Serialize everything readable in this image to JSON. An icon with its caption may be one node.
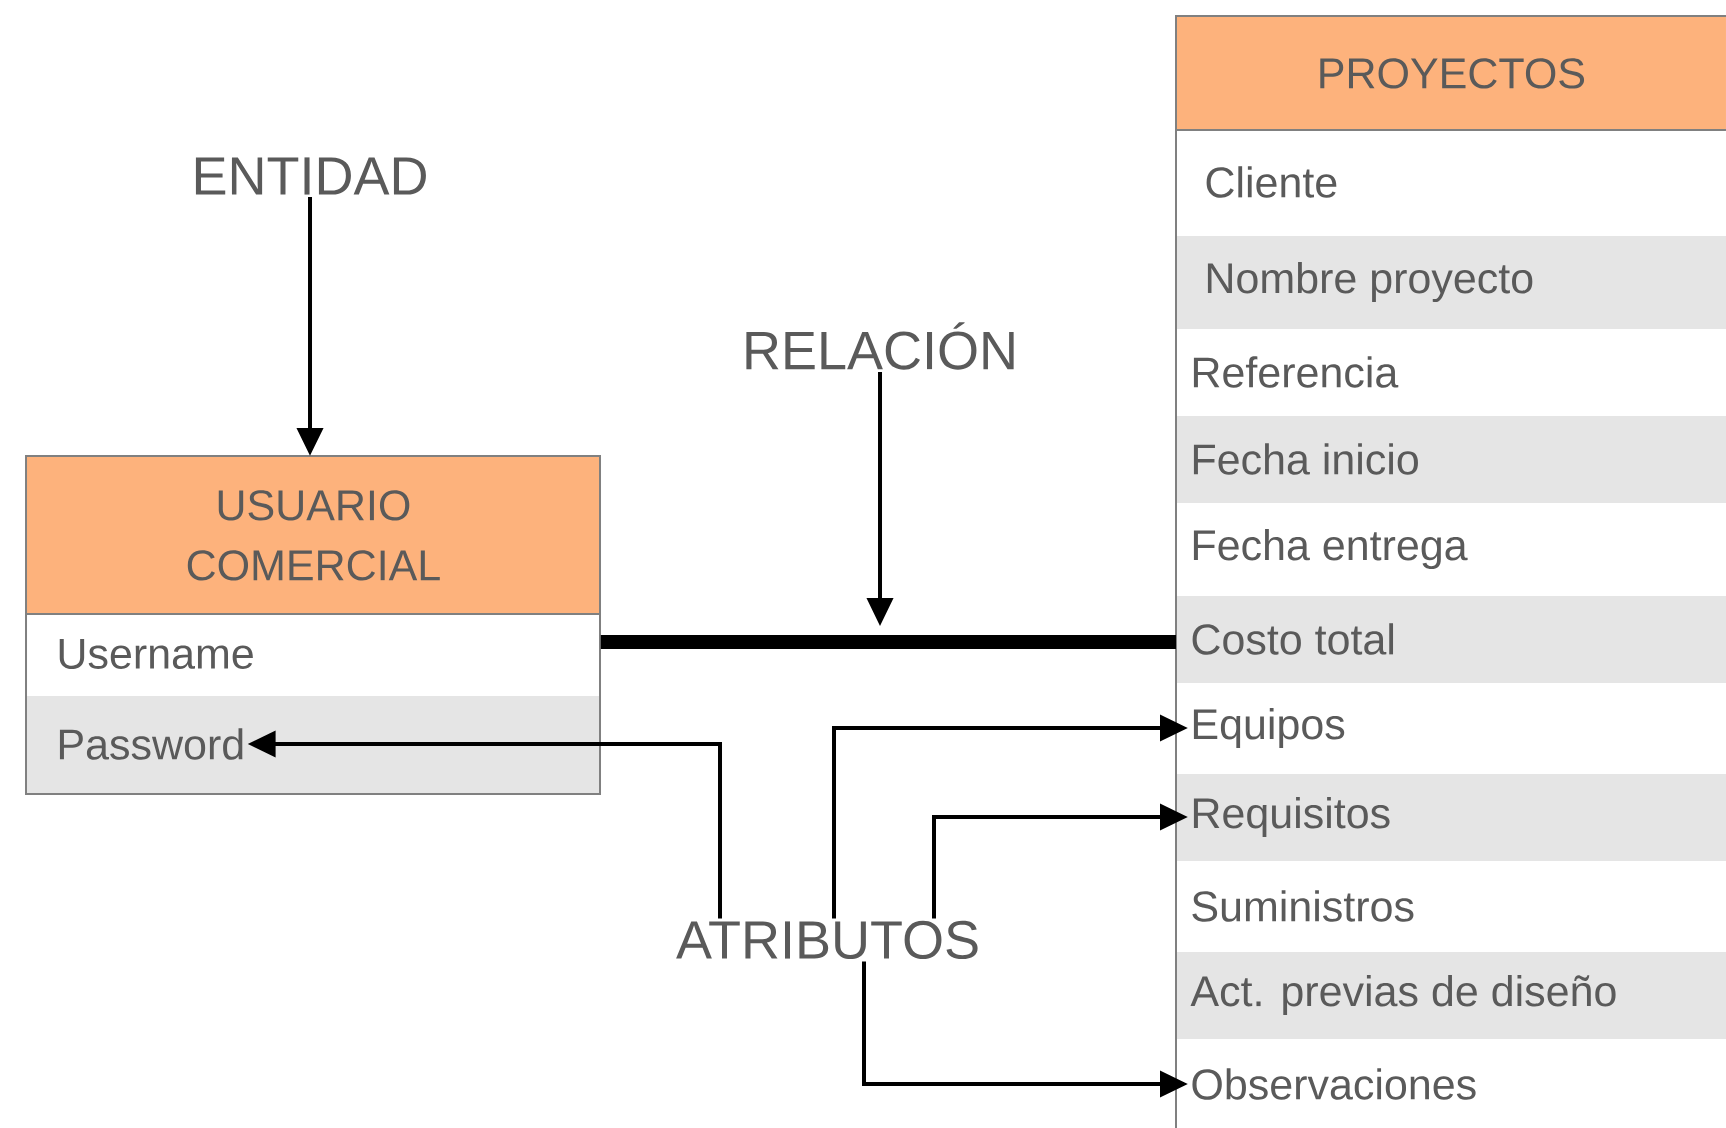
{
  "diagram": {
    "nodes": [
      {
        "text": [
          "ENTIDAD"
        ]
      },
      {
        "text": [
          "USUARIO COMERCIAL"
        ]
      },
      {
        "text": [
          "Username"
        ],
        "in": 1
      },
      {
        "text": [
          "Password"
        ],
        "in": 1
      },
      {
        "text": [
          "RELACIÓN"
        ]
      },
      {
        "text": [
          "PROYECTOS"
        ]
      },
      {
        "text": [
          "Cliente"
        ],
        "in": 5
      },
      {
        "text": [
          "Nombre proyecto"
        ],
        "in": 5
      },
      {
        "text": [
          "Referencia"
        ],
        "in": 5
      },
      {
        "text": [
          "Fecha inicio"
        ],
        "in": 5
      },
      {
        "text": [
          "Fecha entrega"
        ],
        "in": 5
      },
      {
        "text": [
          "Costo total"
        ],
        "in": 5
      },
      {
        "text": [
          "Equipos"
        ],
        "in": 5
      },
      {
        "text": [
          "Requisitos"
        ],
        "in": 5
      },
      {
        "text": [
          "Suministros"
        ],
        "in": 5
      },
      {
        "text": [
          "Act. previas de diseño"
        ],
        "in": 5
      },
      {
        "text": [
          "Observaciones"
        ],
        "in": 5
      },
      {
        "text": [
          "ATRIBUTOS"
        ]
      }
    ],
    "edges": [
      {
        "from": 0,
        "to": 1,
        "arrow": "to"
      },
      {
        "from": 1,
        "to": 5,
        "arrow": "none",
        "style": "thick"
      },
      {
        "from": 4,
        "to": null,
        "arrow": "to"
      },
      {
        "from": 17,
        "to": 3,
        "arrow": "to"
      },
      {
        "from": 17,
        "to": 12,
        "arrow": "to"
      },
      {
        "from": 17,
        "to": 13,
        "arrow": "to"
      },
      {
        "from": 17,
        "to": 16,
        "arrow": "to"
      }
    ]
  }
}
